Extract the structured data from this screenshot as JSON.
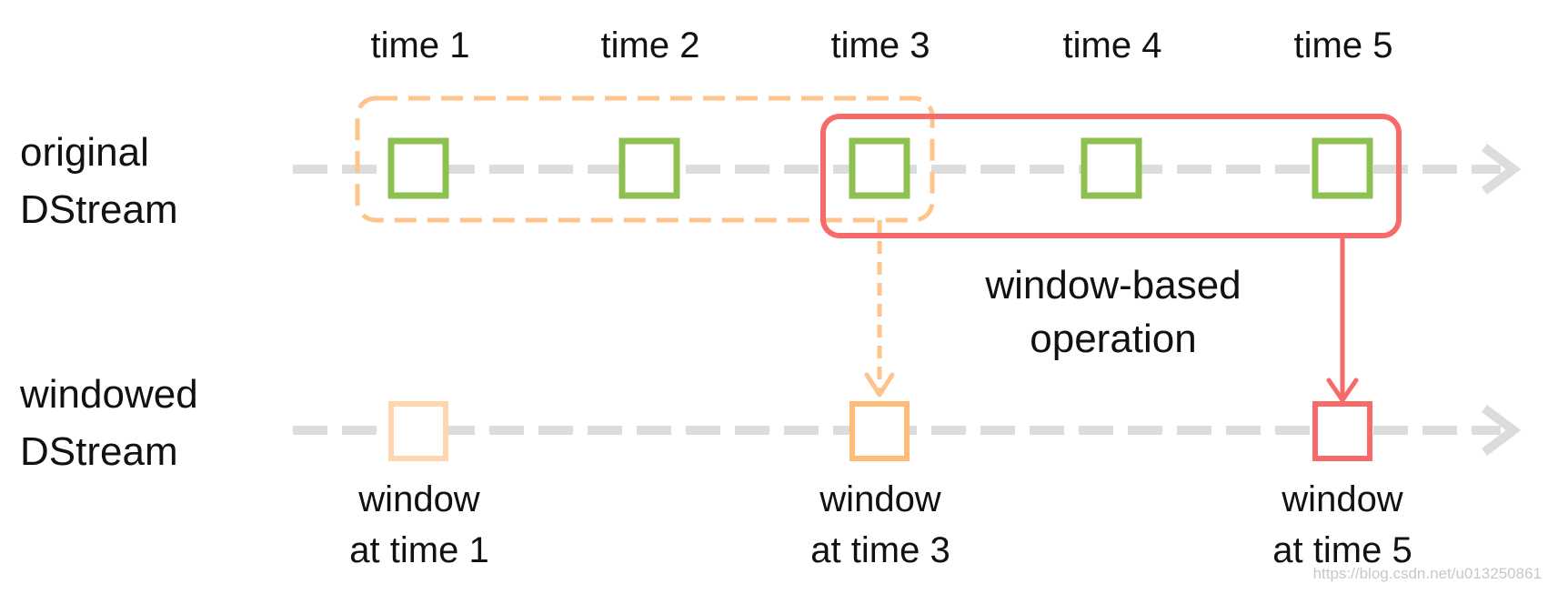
{
  "colors": {
    "arrow": "#dcdcdc",
    "batch": "#8cc152",
    "window_t1": "#ffd6b0",
    "window_t3": "#ffbb78",
    "window_t5": "#f76a6a",
    "orange_frame": "#ffc48c",
    "red_frame": "#f76a6a"
  },
  "time_labels": [
    "time 1",
    "time 2",
    "time 3",
    "time 4",
    "time 5"
  ],
  "rows": {
    "original_line1": "original",
    "original_line2": "DStream",
    "windowed_line1": "windowed",
    "windowed_line2": "DStream"
  },
  "operation": {
    "line1": "window-based",
    "line2": "operation"
  },
  "windows": [
    {
      "line1": "window",
      "line2": "at time 1"
    },
    {
      "line1": "window",
      "line2": "at time 3"
    },
    {
      "line1": "window",
      "line2": "at time 5"
    }
  ],
  "watermark": "https://blog.csdn.net/u013250861"
}
